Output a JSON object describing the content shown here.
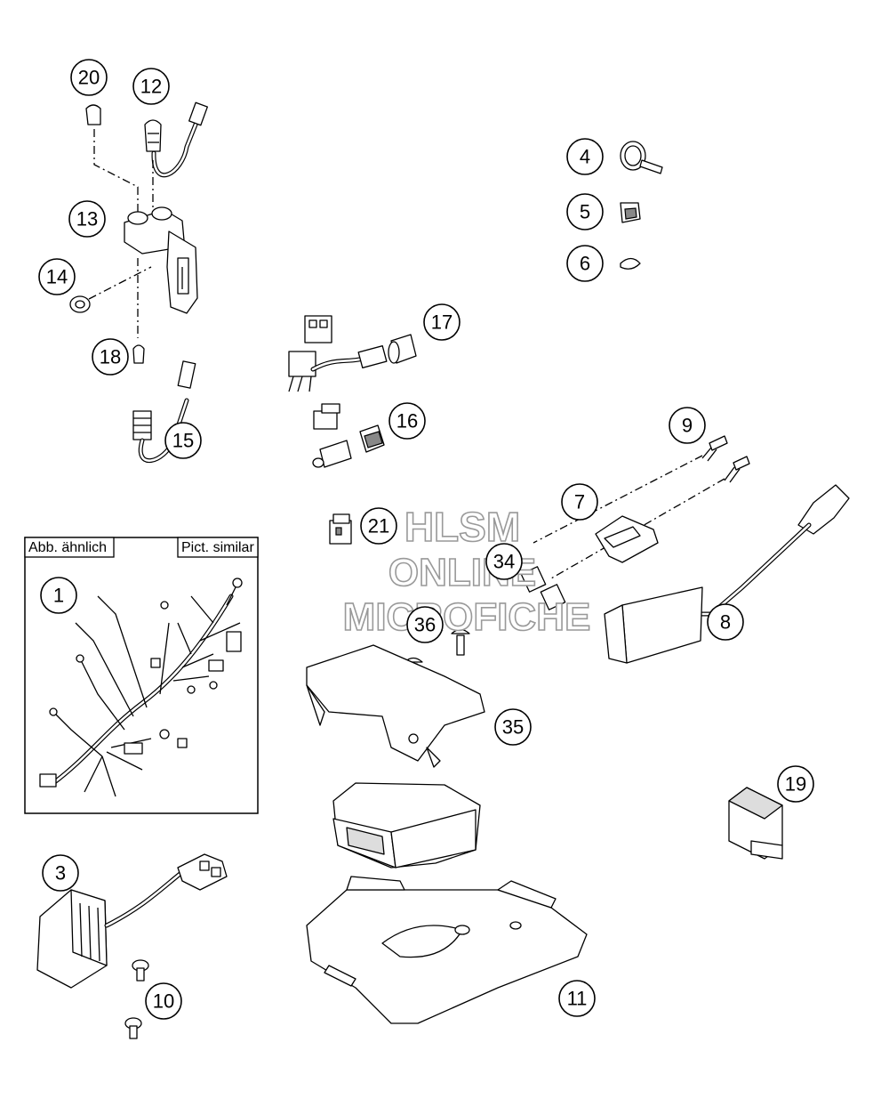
{
  "callouts": [
    {
      "id": "20",
      "label": "20"
    },
    {
      "id": "12",
      "label": "12"
    },
    {
      "id": "13",
      "label": "13"
    },
    {
      "id": "14",
      "label": "14"
    },
    {
      "id": "18",
      "label": "18"
    },
    {
      "id": "15",
      "label": "15"
    },
    {
      "id": "17",
      "label": "17"
    },
    {
      "id": "16",
      "label": "16"
    },
    {
      "id": "4",
      "label": "4"
    },
    {
      "id": "5",
      "label": "5"
    },
    {
      "id": "6",
      "label": "6"
    },
    {
      "id": "9",
      "label": "9"
    },
    {
      "id": "7",
      "label": "7"
    },
    {
      "id": "8",
      "label": "8"
    },
    {
      "id": "21",
      "label": "21"
    },
    {
      "id": "34",
      "label": "34"
    },
    {
      "id": "36",
      "label": "36"
    },
    {
      "id": "35",
      "label": "35"
    },
    {
      "id": "1",
      "label": "1"
    },
    {
      "id": "19",
      "label": "19"
    },
    {
      "id": "3",
      "label": "3"
    },
    {
      "id": "10",
      "label": "10"
    },
    {
      "id": "11",
      "label": "11"
    }
  ],
  "inset": {
    "label_left": "Abb. ähnlich",
    "label_right": "Pict. similar"
  },
  "watermark": {
    "line1": "HLSM",
    "line2": "ONLINE",
    "line3": "MICROFICHE"
  }
}
